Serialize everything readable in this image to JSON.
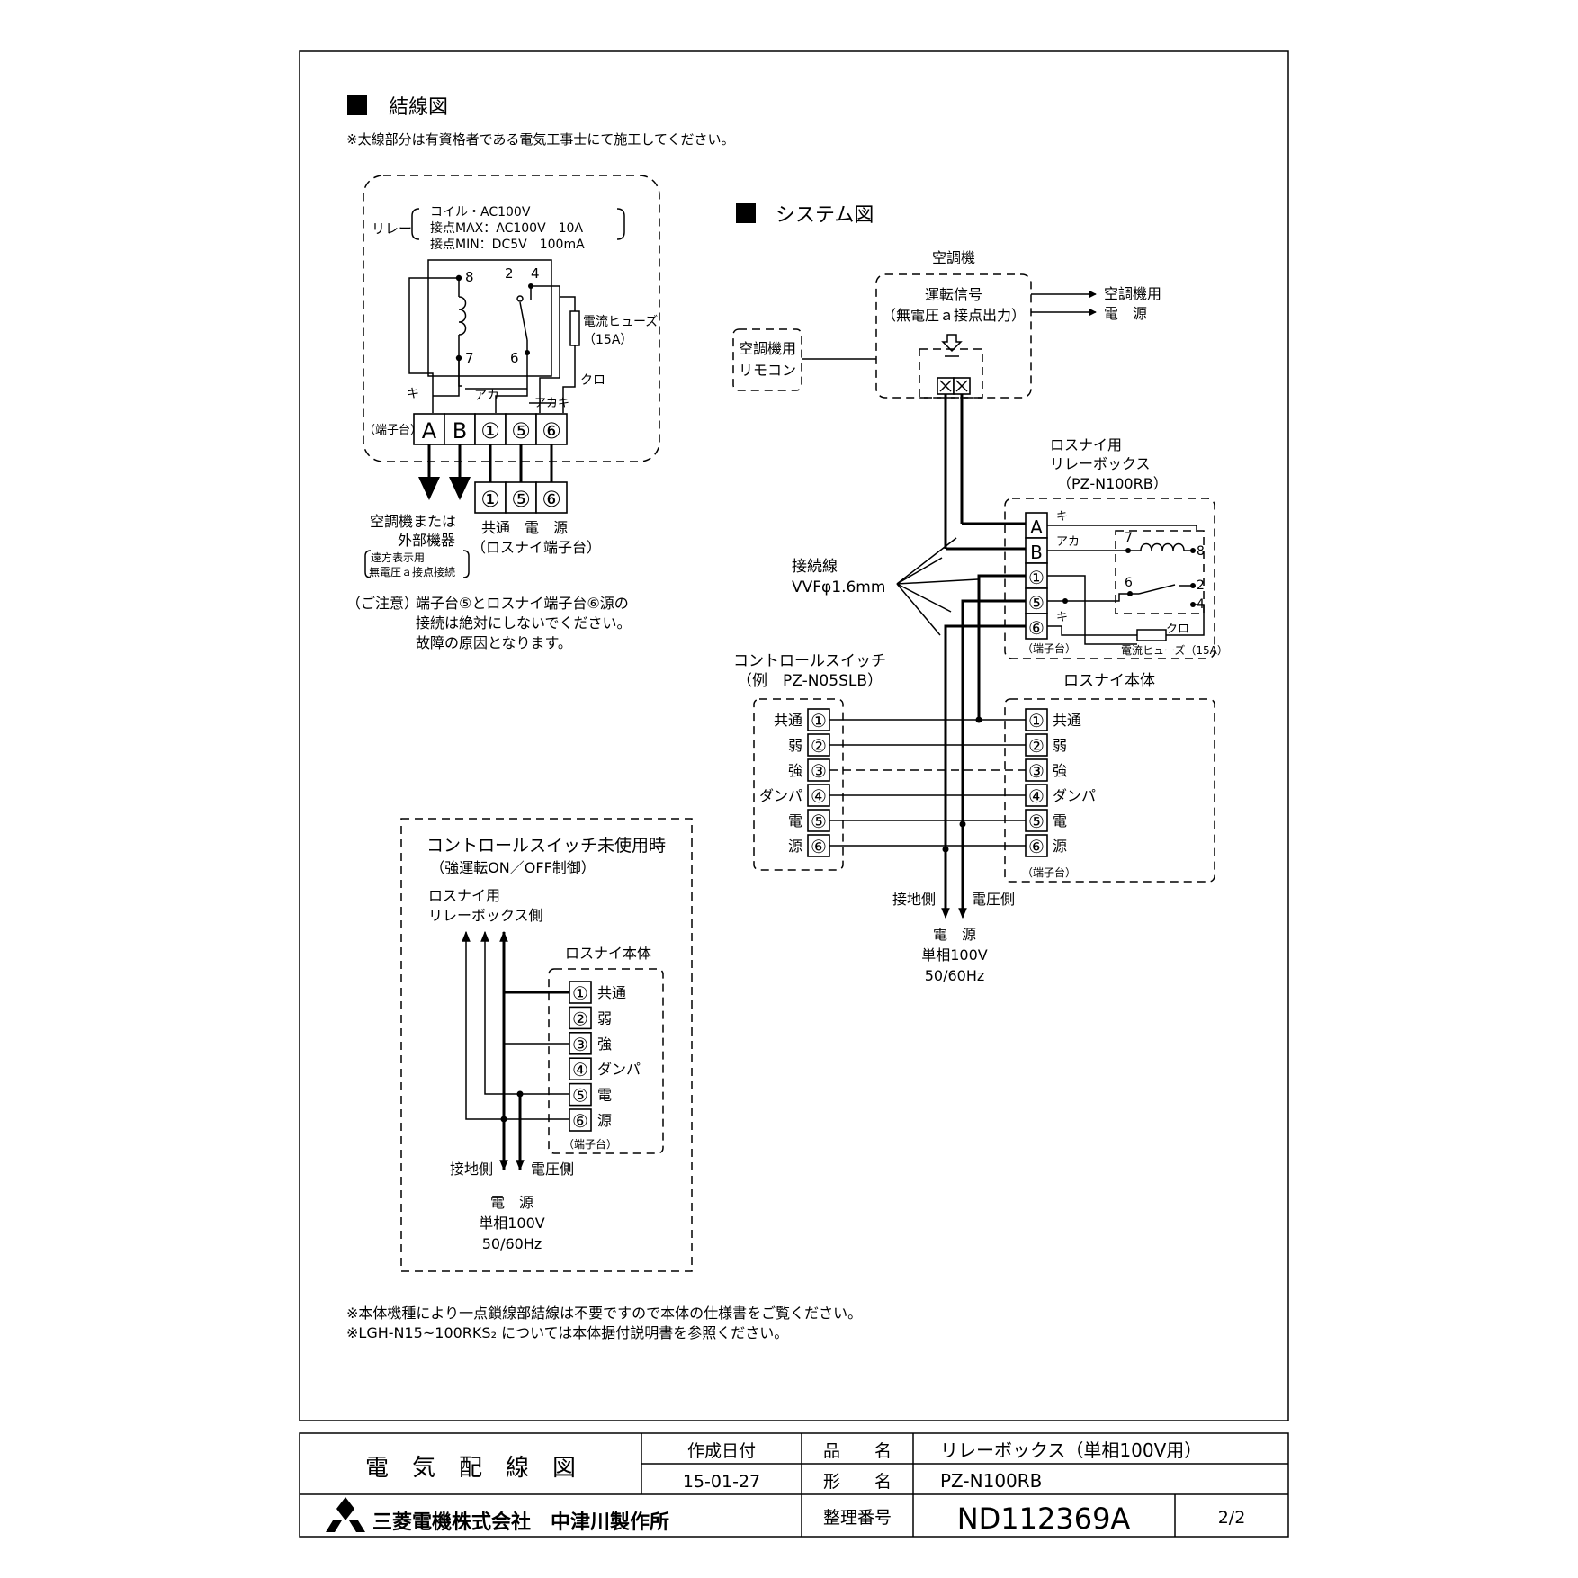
{
  "wiring": {
    "heading": "結線図",
    "note": "※太線部分は有資格者である電気工事士にて施工してください。",
    "relay_label": "リレー",
    "relay_specs": [
      "コイル・AC100V",
      "接点MAX：AC100V　10A",
      "接点MIN：DC5V　100mA"
    ],
    "relay_pins": [
      "8",
      "7",
      "2",
      "4",
      "6"
    ],
    "fuse_label": [
      "電流ヒューズ",
      "（15A）"
    ],
    "wire_colors": {
      "ki": "キ",
      "aka": "アカ",
      "kuro": "クロ"
    },
    "terminal_block_label": "（端子台）",
    "terminals": [
      "A",
      "B",
      "①",
      "⑤",
      "⑥"
    ],
    "lossnay_terminals": [
      "①",
      "⑤",
      "⑥"
    ],
    "external_label": [
      "空調機または",
      "外部機器"
    ],
    "external_sub": [
      "遠方表示用",
      "無電圧ａ接点接続"
    ],
    "power_label": [
      "共通　電　源",
      "（ロスナイ端子台）"
    ],
    "caution_title": "（ご注意）",
    "caution_lines": [
      "端子台⑤とロスナイ端子台⑥源の",
      "接続は絶対にしないでください。",
      "故障の原因となります。"
    ]
  },
  "system": {
    "heading": "システム図",
    "aircon_title": "空調機",
    "run_signal": [
      "運転信号",
      "（無電圧ａ接点出力）"
    ],
    "aircon_power": [
      "空調機用",
      "電　源"
    ],
    "remote": [
      "空調機用",
      "リモコン"
    ],
    "relay_box": [
      "ロスナイ用",
      "リレーボックス",
      "（PZ-N100RB）"
    ],
    "box_terminals": [
      "A",
      "B",
      "①",
      "⑤",
      "⑥"
    ],
    "box_colors": [
      "キ",
      "アカ",
      "キ",
      "クロ"
    ],
    "box_pins": [
      "7",
      "8",
      "6",
      "2",
      "4"
    ],
    "box_fuse": "電流ヒューズ（15A）",
    "terminal_block": "（端子台）",
    "connection_wire": [
      "接続線",
      "VVFφ1.6mm"
    ],
    "switch_title": [
      "コントロールスイッチ",
      "（例　PZ-N05SLB）"
    ],
    "lossnay_title": "ロスナイ本体",
    "terminal_numbers": [
      "①",
      "②",
      "③",
      "④",
      "⑤",
      "⑥"
    ],
    "terminal_names": [
      "共通",
      "弱",
      "強",
      "ダンパ",
      "電",
      "源"
    ],
    "ground_label": "接地側",
    "voltage_label": "電圧側",
    "power_supply": [
      "電　源",
      "単相100V",
      "50/60Hz"
    ]
  },
  "unused": {
    "title": "コントロールスイッチ未使用時",
    "subtitle": "（強運転ON／OFF制御）",
    "relay_side": [
      "ロスナイ用",
      "リレーボックス側"
    ],
    "lossnay_title": "ロスナイ本体",
    "terminal_numbers": [
      "①",
      "②",
      "③",
      "④",
      "⑤",
      "⑥"
    ],
    "terminal_names": [
      "共通",
      "弱",
      "強",
      "ダンパ",
      "電",
      "源"
    ],
    "terminal_block": "（端子台）",
    "ground_label": "接地側",
    "voltage_label": "電圧側",
    "power_supply": [
      "電　源",
      "単相100V",
      "50/60Hz"
    ]
  },
  "footnotes": [
    "※本体機種により一点鎖線部結線は不要ですので本体の仕様書をご覧ください。",
    "※LGH-N15~100RKS₂ については本体据付説明書を参照ください。"
  ],
  "title_block": {
    "doc_title": "電　気　配　線　図",
    "date_label": "作成日付",
    "date": "15-01-27",
    "product_name_label": "品　　名",
    "product_name": "リレーボックス（単相100V用）",
    "model_label": "形　　名",
    "model": "PZ-N100RB",
    "company": "三菱電機株式会社　中津川製作所",
    "number_label": "整理番号",
    "number": "ND112369A",
    "page": "2/2"
  }
}
